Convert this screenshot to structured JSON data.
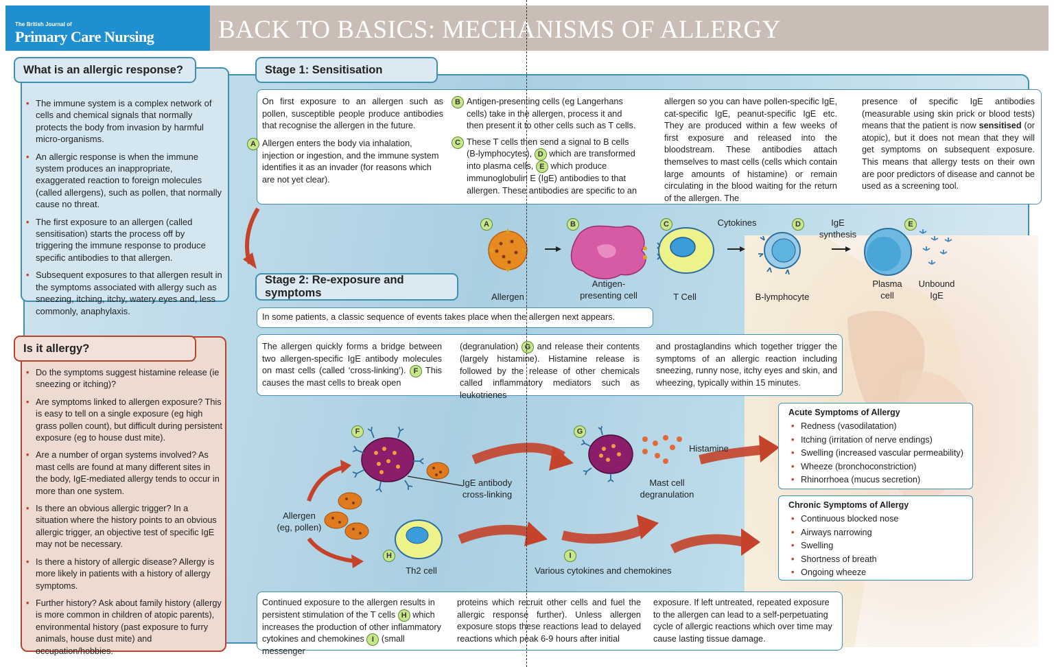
{
  "header": {
    "brand_small": "The British Journal of",
    "brand_big": "Primary Care Nursing",
    "title": "BACK TO BASICS: MECHANISMS OF ALLERGY"
  },
  "what_is": {
    "title": "What is an allergic response?",
    "items": [
      "The immune system is a complex network of cells and chemical signals that normally protects the body from invasion by harmful micro-organisms.",
      "An allergic response is when the immune system produces an inappropriate, exaggerated reaction to foreign molecules (called allergens), such as pollen, that normally cause no threat.",
      "The first exposure to an allergen (called sensitisation) starts the process off by triggering the immune response to produce specific antibodies to that allergen.",
      "Subsequent exposures to that allergen result in the symptoms associated with allergy such as sneezing, itching, itchy, watery eyes and, less commonly, anaphylaxis."
    ]
  },
  "is_it": {
    "title": "Is it allergy?",
    "items": [
      "Do the symptoms suggest histamine release (ie sneezing or itching)?",
      "Are symptoms linked to allergen exposure? This is easy to tell on a single exposure (eg high grass pollen count), but difficult during persistent exposure (eg to house dust mite).",
      "Are a number of organ systems involved? As mast cells are found at many different sites in the body, IgE-mediated allergy tends to occur in more than one system.",
      "Is there an obvious allergic trigger? In a situation where the history points to an obvious allergic trigger, an objective test of specific IgE may not be necessary.",
      "Is there a history of allergic disease? Allergy is more likely in patients with a history of allergy symptoms.",
      "Further history? Ask about family history (allergy is more common in children of atopic parents), environmental history (past exposure to furry animals, house dust mite) and occupation/hobbies."
    ]
  },
  "stage1": {
    "title": "Stage 1: Sensitisation",
    "col1_p1": "On first exposure to an allergen such as pollen, susceptible people produce antibodies that recognise the allergen in the future.",
    "col1_p2": "Allergen enters the body via inhalation, injection or ingestion, and the immune system identifies it as an invader (for reasons which are not yet clear).",
    "col2_p1": "Antigen-presenting cells (eg Langerhans cells) take in the allergen, process it and then present it to other cells such as T cells.",
    "col2_p2a": "These T cells then send a signal to B cells (B-lymphocytes),",
    "col2_p2b": "which are transformed into plasma cells,",
    "col2_p2c": "which produce immunoglobulin E (IgE) antibodies to that allergen. These antibodies are specific to an",
    "col3": "allergen so you can have pollen-specific IgE, cat-specific IgE, peanut-specific IgE etc. They are produced within a few weeks of first exposure and released into the bloodstream. These antibodies attach themselves to mast cells (cells which contain large amounts of histamine) or remain circulating in the blood waiting for the return of the allergen. The",
    "col4a": "presence of specific IgE antibodies (measurable using skin prick or blood tests) means that the patient is now",
    "col4_bold": "sensitised",
    "col4b": "(or atopic), but it does not mean that they will get symptoms on subsequent exposure. This means that allergy tests on their own are poor predictors of disease and cannot be used as a screening tool."
  },
  "stage1_diagram": {
    "allergen": "Allergen",
    "apc": "Antigen-\npresenting cell",
    "tcell": "T Cell",
    "cytokines": "Cytokines",
    "blymph": "B-lymphocyte",
    "ige_synth": "IgE\nsynthesis",
    "plasma": "Plasma\ncell",
    "unbound": "Unbound\nIgE"
  },
  "badges": [
    "A",
    "B",
    "C",
    "D",
    "E",
    "F",
    "G",
    "H",
    "I"
  ],
  "stage2": {
    "title": "Stage 2: Re-exposure and symptoms",
    "intro": "In some patients, a classic sequence of events takes place when the allergen next appears.",
    "col1a": "The allergen quickly forms a bridge between two allergen-specific IgE antibody molecules on mast cells (called ‘cross-linking’).",
    "col1b": "This causes the mast cells to break open",
    "col2a": "(degranulation)",
    "col2b": "and release their contents (largely histamine). Histamine release is followed by the release of other chemicals called inflammatory mediators such as leukotrienes",
    "col3": "and prostaglandins which together trigger the symptoms of an allergic reaction including sneezing, runny nose, itchy eyes and skin, and wheezing, typically within 15 minutes."
  },
  "stage2_diagram": {
    "ige_cross": "IgE antibody\ncross-linking",
    "histamine": "Histamine",
    "mast_degran": "Mast cell\ndegranulation",
    "allergen_pollen": "Allergen\n(eg, pollen)",
    "th2": "Th2 cell",
    "cytokines_chemo": "Various cytokines and chemokines"
  },
  "acute": {
    "title": "Acute Symptoms of Allergy",
    "items": [
      "Redness (vasodilatation)",
      "Itching (irritation of nerve endings)",
      "Swelling (increased vascular permeability)",
      "Wheeze (bronchoconstriction)",
      "Rhinorrhoea (mucus secretion)"
    ]
  },
  "chronic": {
    "title": "Chronic Symptoms of Allergy",
    "items": [
      "Continuous blocked nose",
      "Airways narrowing",
      "Swelling",
      "Shortness of breath",
      "Ongoing wheeze"
    ]
  },
  "bottom": {
    "col1a": "Continued exposure to the allergen results in persistent stimulation of the T cells",
    "col1b": "which increases the production of other inflammatory cytokines and chemokines",
    "col1c": "(small messenger",
    "col2": "proteins which recruit other cells and fuel the allergic response further). Unless allergen exposure stops these reactions lead to delayed reactions which peak 6-9 hours after initial",
    "col3": "exposure. If left untreated, repeated exposure to the allergen can lead to a self-perpetuating cycle of allergic reactions which over time may cause lasting tissue damage."
  },
  "colors": {
    "brand_blue": "#1f8fd0",
    "header_grey": "#c9bdb6",
    "panel_border": "#3f8fb0",
    "accent_red": "#b5452a",
    "badge_green": "#c8e68c"
  }
}
